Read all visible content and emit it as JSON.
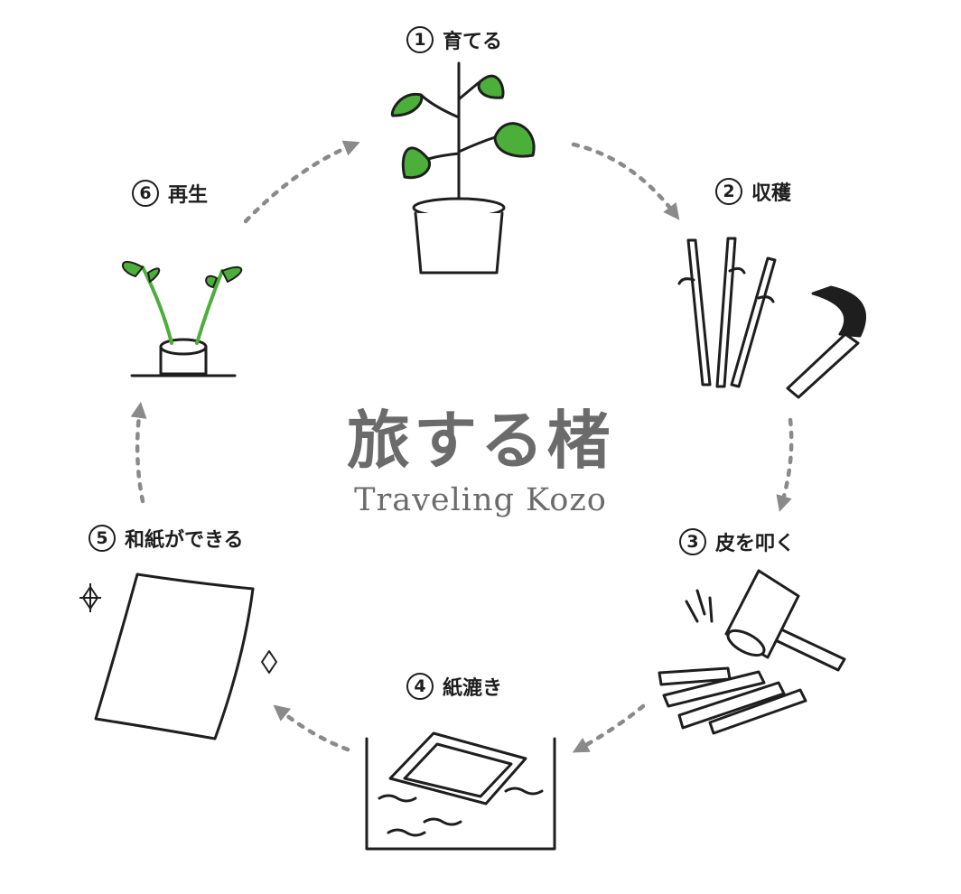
{
  "title": "旅する楮",
  "subtitle": "Traveling Kozo",
  "steps": [
    {
      "num": "1",
      "label": "育てる",
      "illustration": "potted-plant"
    },
    {
      "num": "2",
      "label": "収穫",
      "illustration": "branches-and-sickle"
    },
    {
      "num": "3",
      "label": "皮を叩く",
      "illustration": "mallet-and-bark"
    },
    {
      "num": "4",
      "label": "紙漉き",
      "illustration": "paper-frame-in-vat"
    },
    {
      "num": "5",
      "label": "和紙ができる",
      "illustration": "washi-sheet"
    },
    {
      "num": "6",
      "label": "再生",
      "illustration": "regrowing-stump"
    }
  ],
  "colors": {
    "leaf": "#4caf3a",
    "leaf_light": "#7ed04f",
    "stroke": "#1e1e1e",
    "arrow": "#8a8a8a",
    "title": "#6b6b6b"
  }
}
